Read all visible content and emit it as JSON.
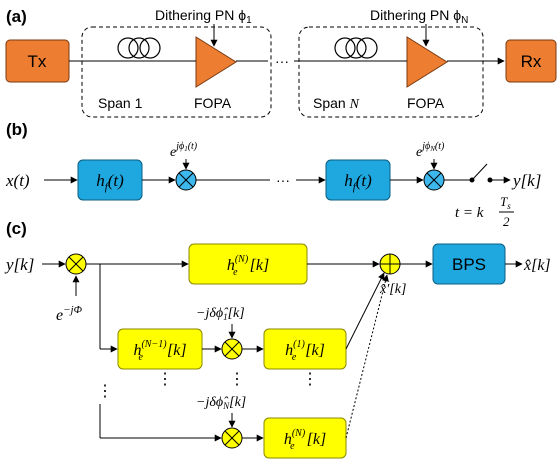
{
  "panels": {
    "a": "(a)",
    "b": "(b)",
    "c": "(c)"
  },
  "colors": {
    "tx_rx": "#ED7D31",
    "fopa": "#ED7D31",
    "filter_b": "#1FA8E0",
    "mixer_b": "#3DB8EC",
    "filter_c": "#FFFF00",
    "bps": "#1FA8E0"
  },
  "a": {
    "tx": "Tx",
    "rx": "Rx",
    "dither1": "Dithering PN ϕ",
    "dither1_sub": "1",
    "ditherN": "Dithering PN ϕ",
    "ditherN_sub": "N",
    "span1": "Span 1",
    "spanN": "Span ",
    "spanN_var": "N",
    "fopa1": "FOPA",
    "fopaN": "FOPA",
    "dots": "···"
  },
  "b": {
    "input": "x(t)",
    "filter1": "h",
    "filter1_sub": "f",
    "filter1_arg": "(t)",
    "filter2": "h",
    "filter2_sub": "f",
    "filter2_arg": "(t)",
    "phase1_base": "e",
    "phase1_exp": "jϕ",
    "phase1_exp_sub": "1",
    "phase1_exp_end": "(t)",
    "phase2_base": "e",
    "phase2_exp": "jϕ",
    "phase2_exp_sub": "N",
    "phase2_exp_end": "(t)",
    "dots": "···",
    "output": "y[k]",
    "sampling_lhs": "t = k",
    "sampling_num": "T",
    "sampling_num_sub": "s",
    "sampling_den": "2"
  },
  "c": {
    "input": "y[k]",
    "input_phase_base": "e",
    "input_phase_exp": "−jΦ",
    "filter_top": "h",
    "filter_top_sub": "e",
    "filter_top_sup": "(N)",
    "filter_top_arg": "[k]",
    "filter_left": "h",
    "filter_left_sub": "e",
    "filter_left_sup": "(N−1)",
    "filter_left_arg": "[k]",
    "filter_mid": "h",
    "filter_mid_sub": "e",
    "filter_mid_sup": "(1)",
    "filter_mid_arg": "[k]",
    "filter_bot": "h",
    "filter_bot_sub": "e",
    "filter_bot_sup": "(N)",
    "filter_bot_arg": "[k]",
    "phase1_pre": "−jδ",
    "phase1_sym": "ϕ̂",
    "phase1_sub": "1",
    "phase1_arg": "[k]",
    "phaseN_pre": "−jδ",
    "phaseN_sym": "ϕ̂",
    "phaseN_sub": "N",
    "phaseN_arg": "[k]",
    "sum_label": "x̂′[k]",
    "bps": "BPS",
    "output": "x̂[k]",
    "vdots": "⋮"
  }
}
